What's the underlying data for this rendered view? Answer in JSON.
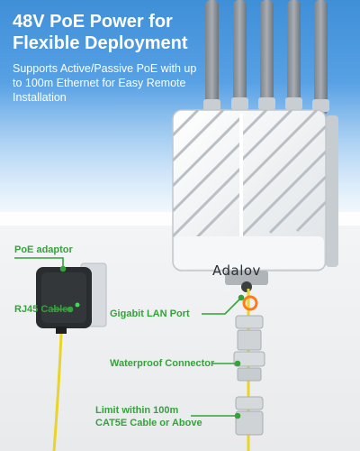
{
  "headline": {
    "line1": "48V PoE Power for",
    "line2": "Flexible Deployment"
  },
  "subline": {
    "line1": "Supports Active/Passive PoE with up",
    "line2": "to 100m Ethernet for Easy Remote",
    "line3": "Installation"
  },
  "device": {
    "brand": "Adalov"
  },
  "callouts": {
    "poe_adaptor": "PoE adaptor",
    "rj45_cable": "RJ45 Cable",
    "gigabit_lan_port": "Gigabit LAN Port",
    "waterproof_connector": "Waterproof Connector",
    "limit_line1": "Limit within 100m",
    "limit_line2": "CAT5E Cable or Above"
  },
  "colors": {
    "accent": "#34a33a",
    "cable": "#e8d42a",
    "sky": "#4a97dc"
  }
}
